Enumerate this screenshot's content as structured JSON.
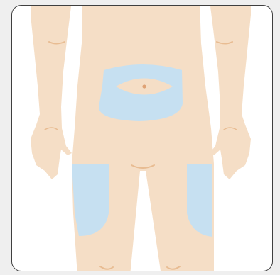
{
  "figure": {
    "subject": "front-lower-torso-and-thighs",
    "skin_color": "#f5dec6",
    "crease_color": "#e8bc92",
    "navel_color": "#dfa275",
    "highlight_color": "#c6e0f1",
    "frame_color": "#3f3f3f",
    "background_color": "#efefef",
    "highlighted_regions": [
      "abdomen-around-navel",
      "outer-left-thigh",
      "outer-right-thigh"
    ]
  }
}
